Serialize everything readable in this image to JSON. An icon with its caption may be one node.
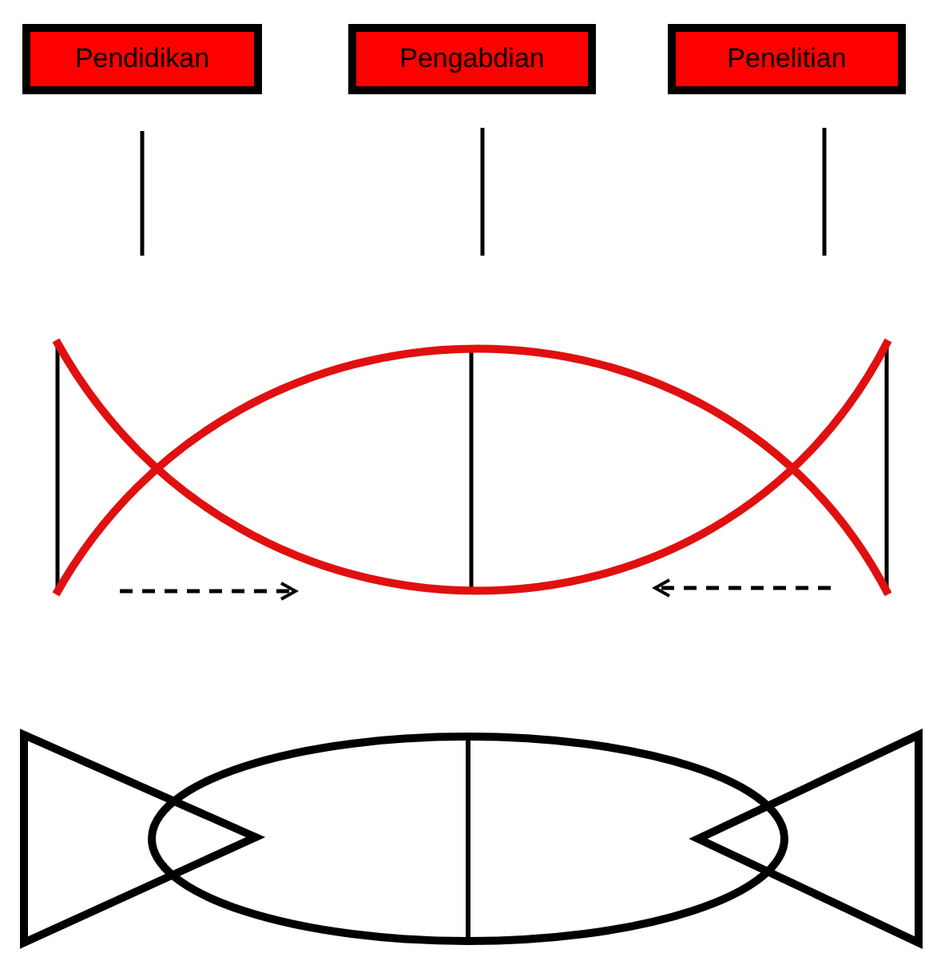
{
  "diagram": {
    "nodes": [
      {
        "text": [
          "Pendidikan"
        ]
      },
      {
        "text": [
          "Pengabdian"
        ]
      },
      {
        "text": [
          "Penelitian"
        ]
      }
    ]
  }
}
